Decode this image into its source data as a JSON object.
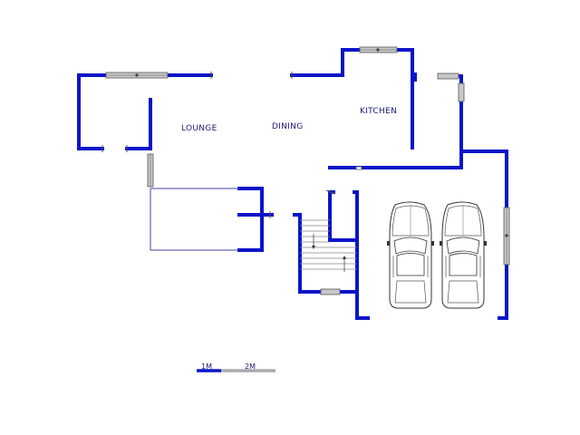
{
  "rooms": {
    "lounge": "LOUNGE",
    "dining": "DINING",
    "kitchen": "KITCHEN"
  },
  "scale": {
    "one": "1M",
    "two": "2M"
  },
  "colors": {
    "wall": "#0a14c8",
    "window_frame": "#555555",
    "window_fill": "#c8c8c8",
    "label": "#1a1a7a",
    "scale_grey": "#aaaaaa"
  }
}
